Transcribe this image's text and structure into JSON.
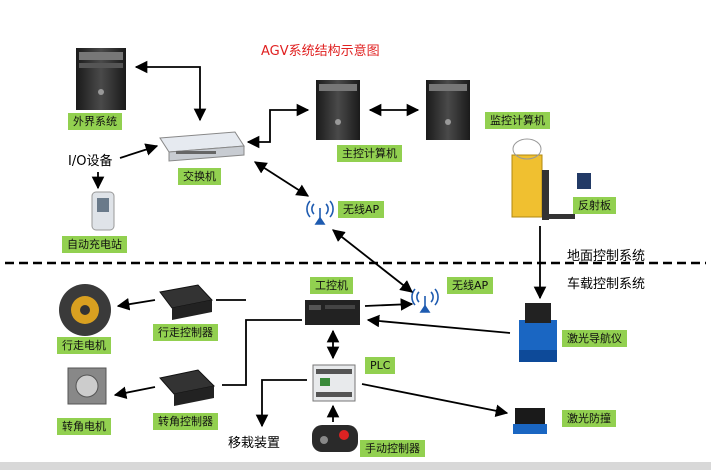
{
  "title": "AGV系统结构示意图",
  "ground_system": {
    "section_label": "地面控制系统",
    "external_system": "外界系统",
    "switch": "交换机",
    "main_computer": "主控计算机",
    "monitor_computer": "监控计算机",
    "io_device": "I/O设备",
    "charging_station": "自动充电站",
    "wireless_ap": "无线AP",
    "reflector": "反射板"
  },
  "vehicle_system": {
    "section_label": "车载控制系统",
    "ipc": "工控机",
    "wireless_ap": "无线AP",
    "travel_controller": "行走控制器",
    "travel_motor": "行走电机",
    "steering_controller": "转角控制器",
    "steering_motor": "转角电机",
    "plc": "PLC",
    "laser_nav": "激光导航仪",
    "laser_avoid": "激光防撞",
    "handheld_controller": "手动控制器",
    "transfer_device": "移栽装置"
  },
  "colors": {
    "label_bg": "#92d050",
    "title": "#e02020",
    "arrow": "#000000"
  },
  "icons": [
    "computer-tower-icon",
    "network-switch-icon",
    "wireless-ap-icon",
    "charging-station-icon",
    "agv-forklift-icon",
    "industrial-pc-icon",
    "motor-controller-icon",
    "motor-icon",
    "plc-icon",
    "laser-scanner-icon",
    "handheld-pendant-icon"
  ]
}
